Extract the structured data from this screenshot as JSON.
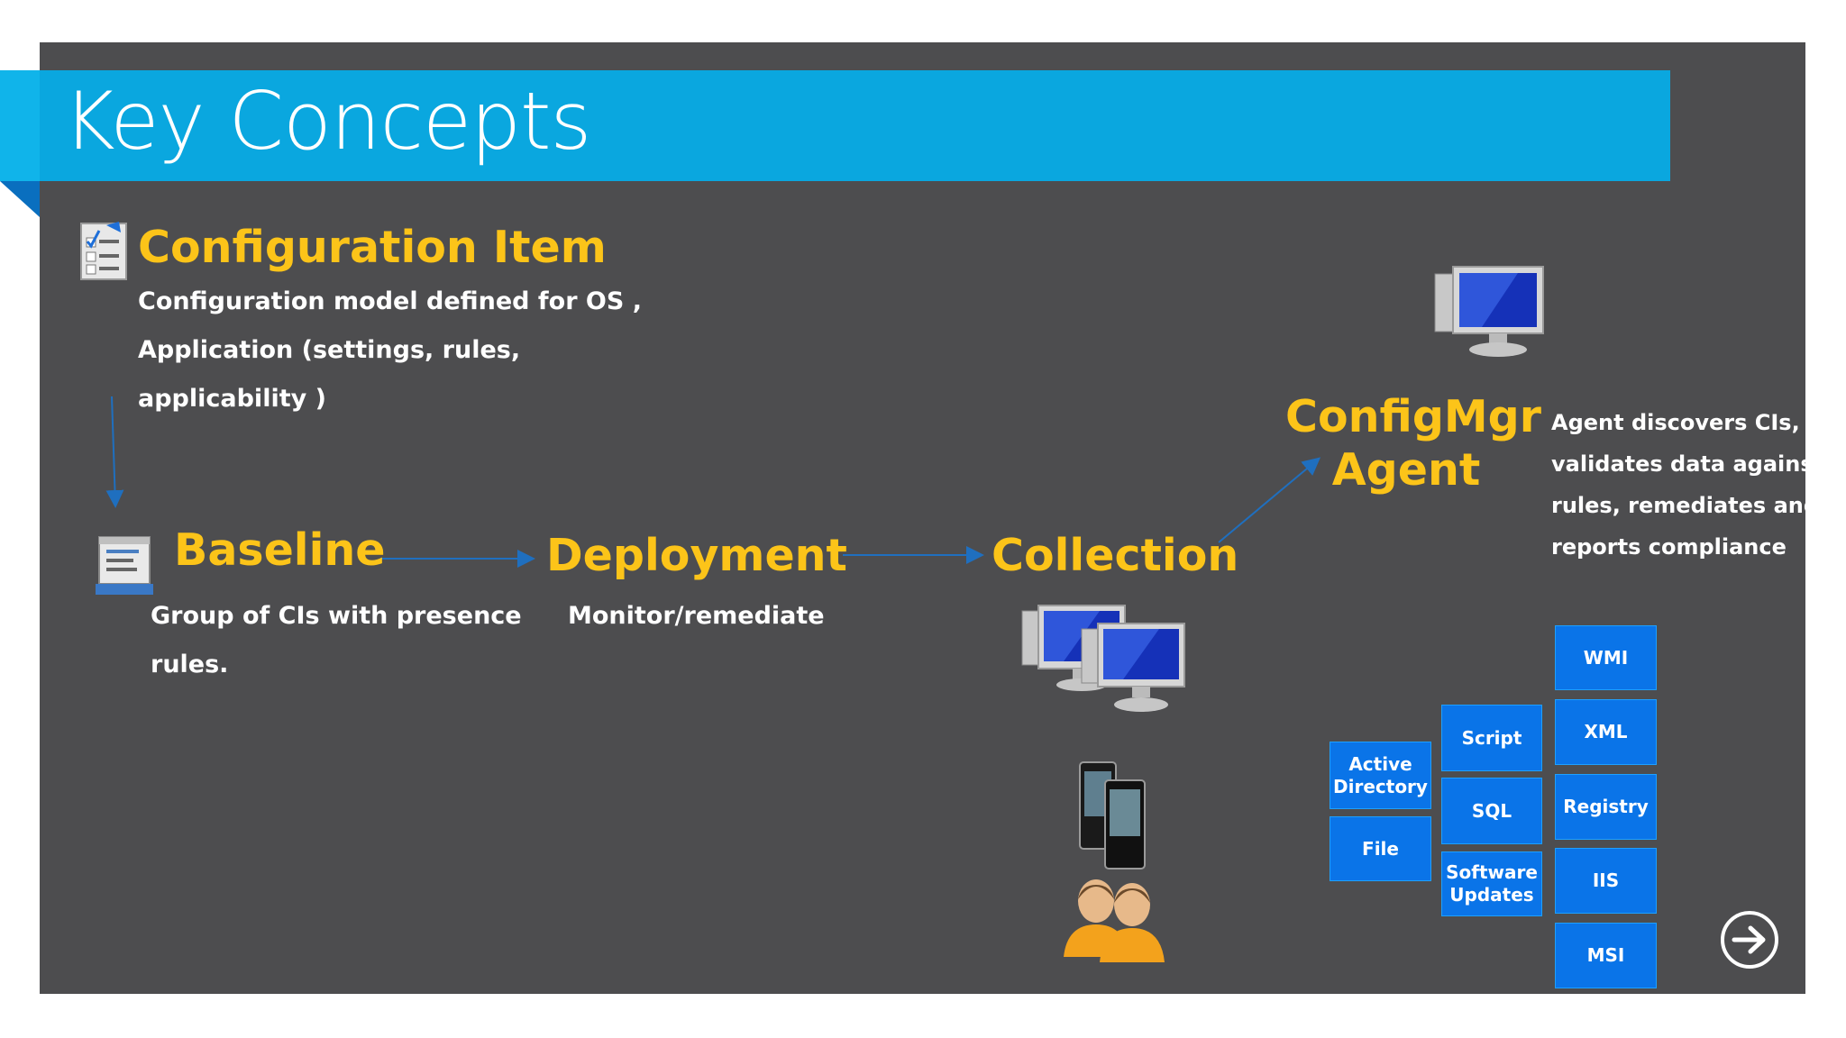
{
  "slide": {
    "title": "Key Concepts",
    "configuration_item": {
      "heading": "Configuration Item",
      "lines": [
        "Configuration model defined for OS ,",
        "Application (settings, rules,",
        "applicability )"
      ],
      "icon": "checklist-document-icon"
    },
    "baseline": {
      "heading": "Baseline",
      "lines": [
        "Group of CIs with presence",
        "rules."
      ],
      "icon": "baseline-document-icon"
    },
    "deployment": {
      "heading": "Deployment",
      "lines": [
        "Monitor/remediate"
      ]
    },
    "collection": {
      "heading": "Collection",
      "icons": [
        "computers-icon",
        "mobile-devices-icon",
        "users-icon"
      ]
    },
    "agent": {
      "heading_line1": "ConfigMgr",
      "heading_line2": "Agent",
      "lines": [
        "Agent discovers CIs,",
        "validates data against",
        "rules, remediates and",
        "reports compliance"
      ],
      "icon": "computer-icon"
    },
    "data_sources": {
      "col1": [
        "Active Directory",
        "File"
      ],
      "col2": [
        "Script",
        "SQL",
        "Software Updates"
      ],
      "col3": [
        "WMI",
        "XML",
        "Registry",
        "IIS",
        "MSI"
      ]
    },
    "nav": {
      "icon": "next-arrow-icon"
    },
    "colors": {
      "accent": "#0aa7df",
      "heading": "#fcc419",
      "tile": "#0a74e8",
      "background": "#4d4d4f"
    }
  }
}
